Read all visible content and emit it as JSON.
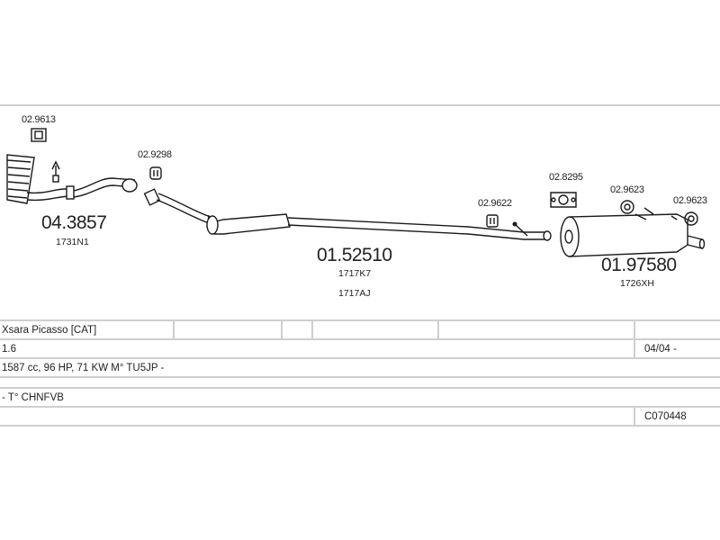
{
  "parts": {
    "gasket_1": "02.9613",
    "catalyst_code": "04.3857",
    "catalyst_oe": "1731N1",
    "clamp_1": "02.9298",
    "middle_code": "01.52510",
    "middle_oe_1": "1717K7",
    "middle_oe_2": "1717AJ",
    "clamp_2": "02.9622",
    "rubber_mount": "02.8295",
    "mount_ring_1": "02.9623",
    "mount_ring_2": "02.9623",
    "rear_code": "01.97580",
    "rear_oe": "1726XH"
  },
  "table": {
    "model": "Xsara Picasso  [CAT]",
    "engine_size": "1.6",
    "date_range": "04/04 -",
    "engine_spec": "1587 cc, 96 HP, 71 KW  M° TU5JP -",
    "type_code": "- T° CHNFVB",
    "catalog_no": "C070448"
  },
  "colors": {
    "line": "#cfcfcf",
    "ink": "#1a1a1a"
  }
}
